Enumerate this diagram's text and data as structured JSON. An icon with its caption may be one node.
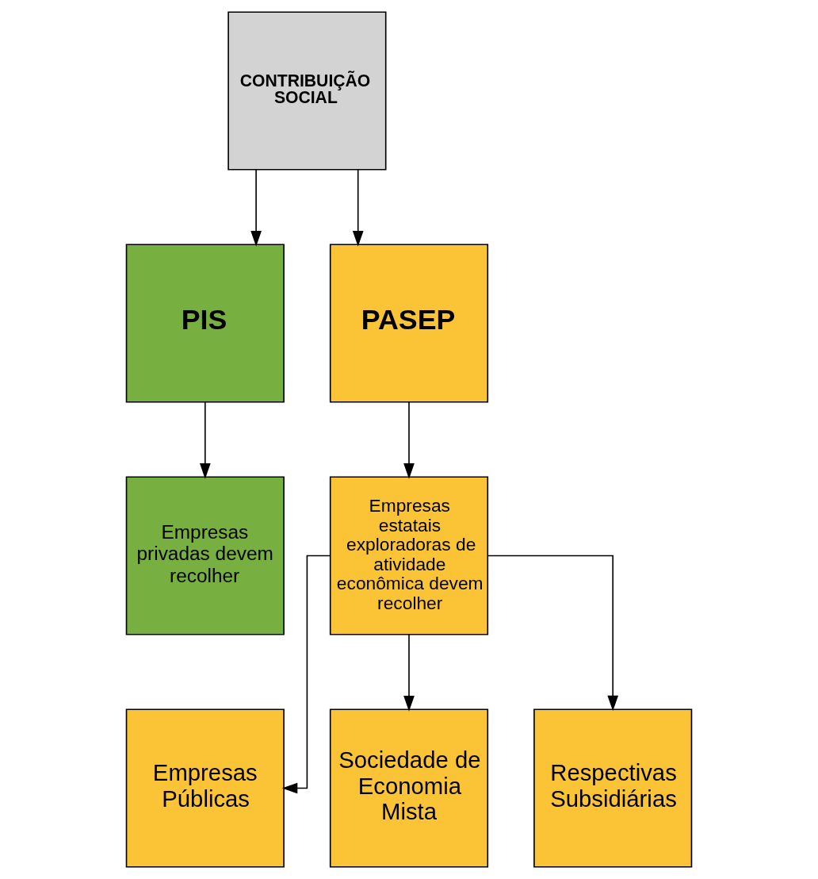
{
  "diagram": {
    "nodes": [
      {
        "text": [
          "CONTRIBUIÇÃO SOCIAL"
        ]
      },
      {
        "text": [
          "PIS"
        ]
      },
      {
        "text": [
          "PASEP"
        ]
      },
      {
        "text": [
          "Empresas privadas devem recolher"
        ]
      },
      {
        "text": [
          "Empresas estatais exploradoras de atividade econômica devem recolher"
        ]
      },
      {
        "text": [
          "Empresas Públicas"
        ]
      },
      {
        "text": [
          "Sociedade de Economia Mista"
        ]
      },
      {
        "text": [
          "Respectivas Subsidiárias"
        ]
      }
    ],
    "edges": [
      {
        "from": 0,
        "to": 1,
        "arrow": "to"
      },
      {
        "from": 0,
        "to": 2,
        "arrow": "to"
      },
      {
        "from": 1,
        "to": 3,
        "arrow": "to"
      },
      {
        "from": 2,
        "to": 4,
        "arrow": "to"
      },
      {
        "from": 4,
        "to": 5,
        "arrow": "to"
      },
      {
        "from": 4,
        "to": 6,
        "arrow": "to"
      },
      {
        "from": 4,
        "to": 7,
        "arrow": "to"
      }
    ]
  }
}
